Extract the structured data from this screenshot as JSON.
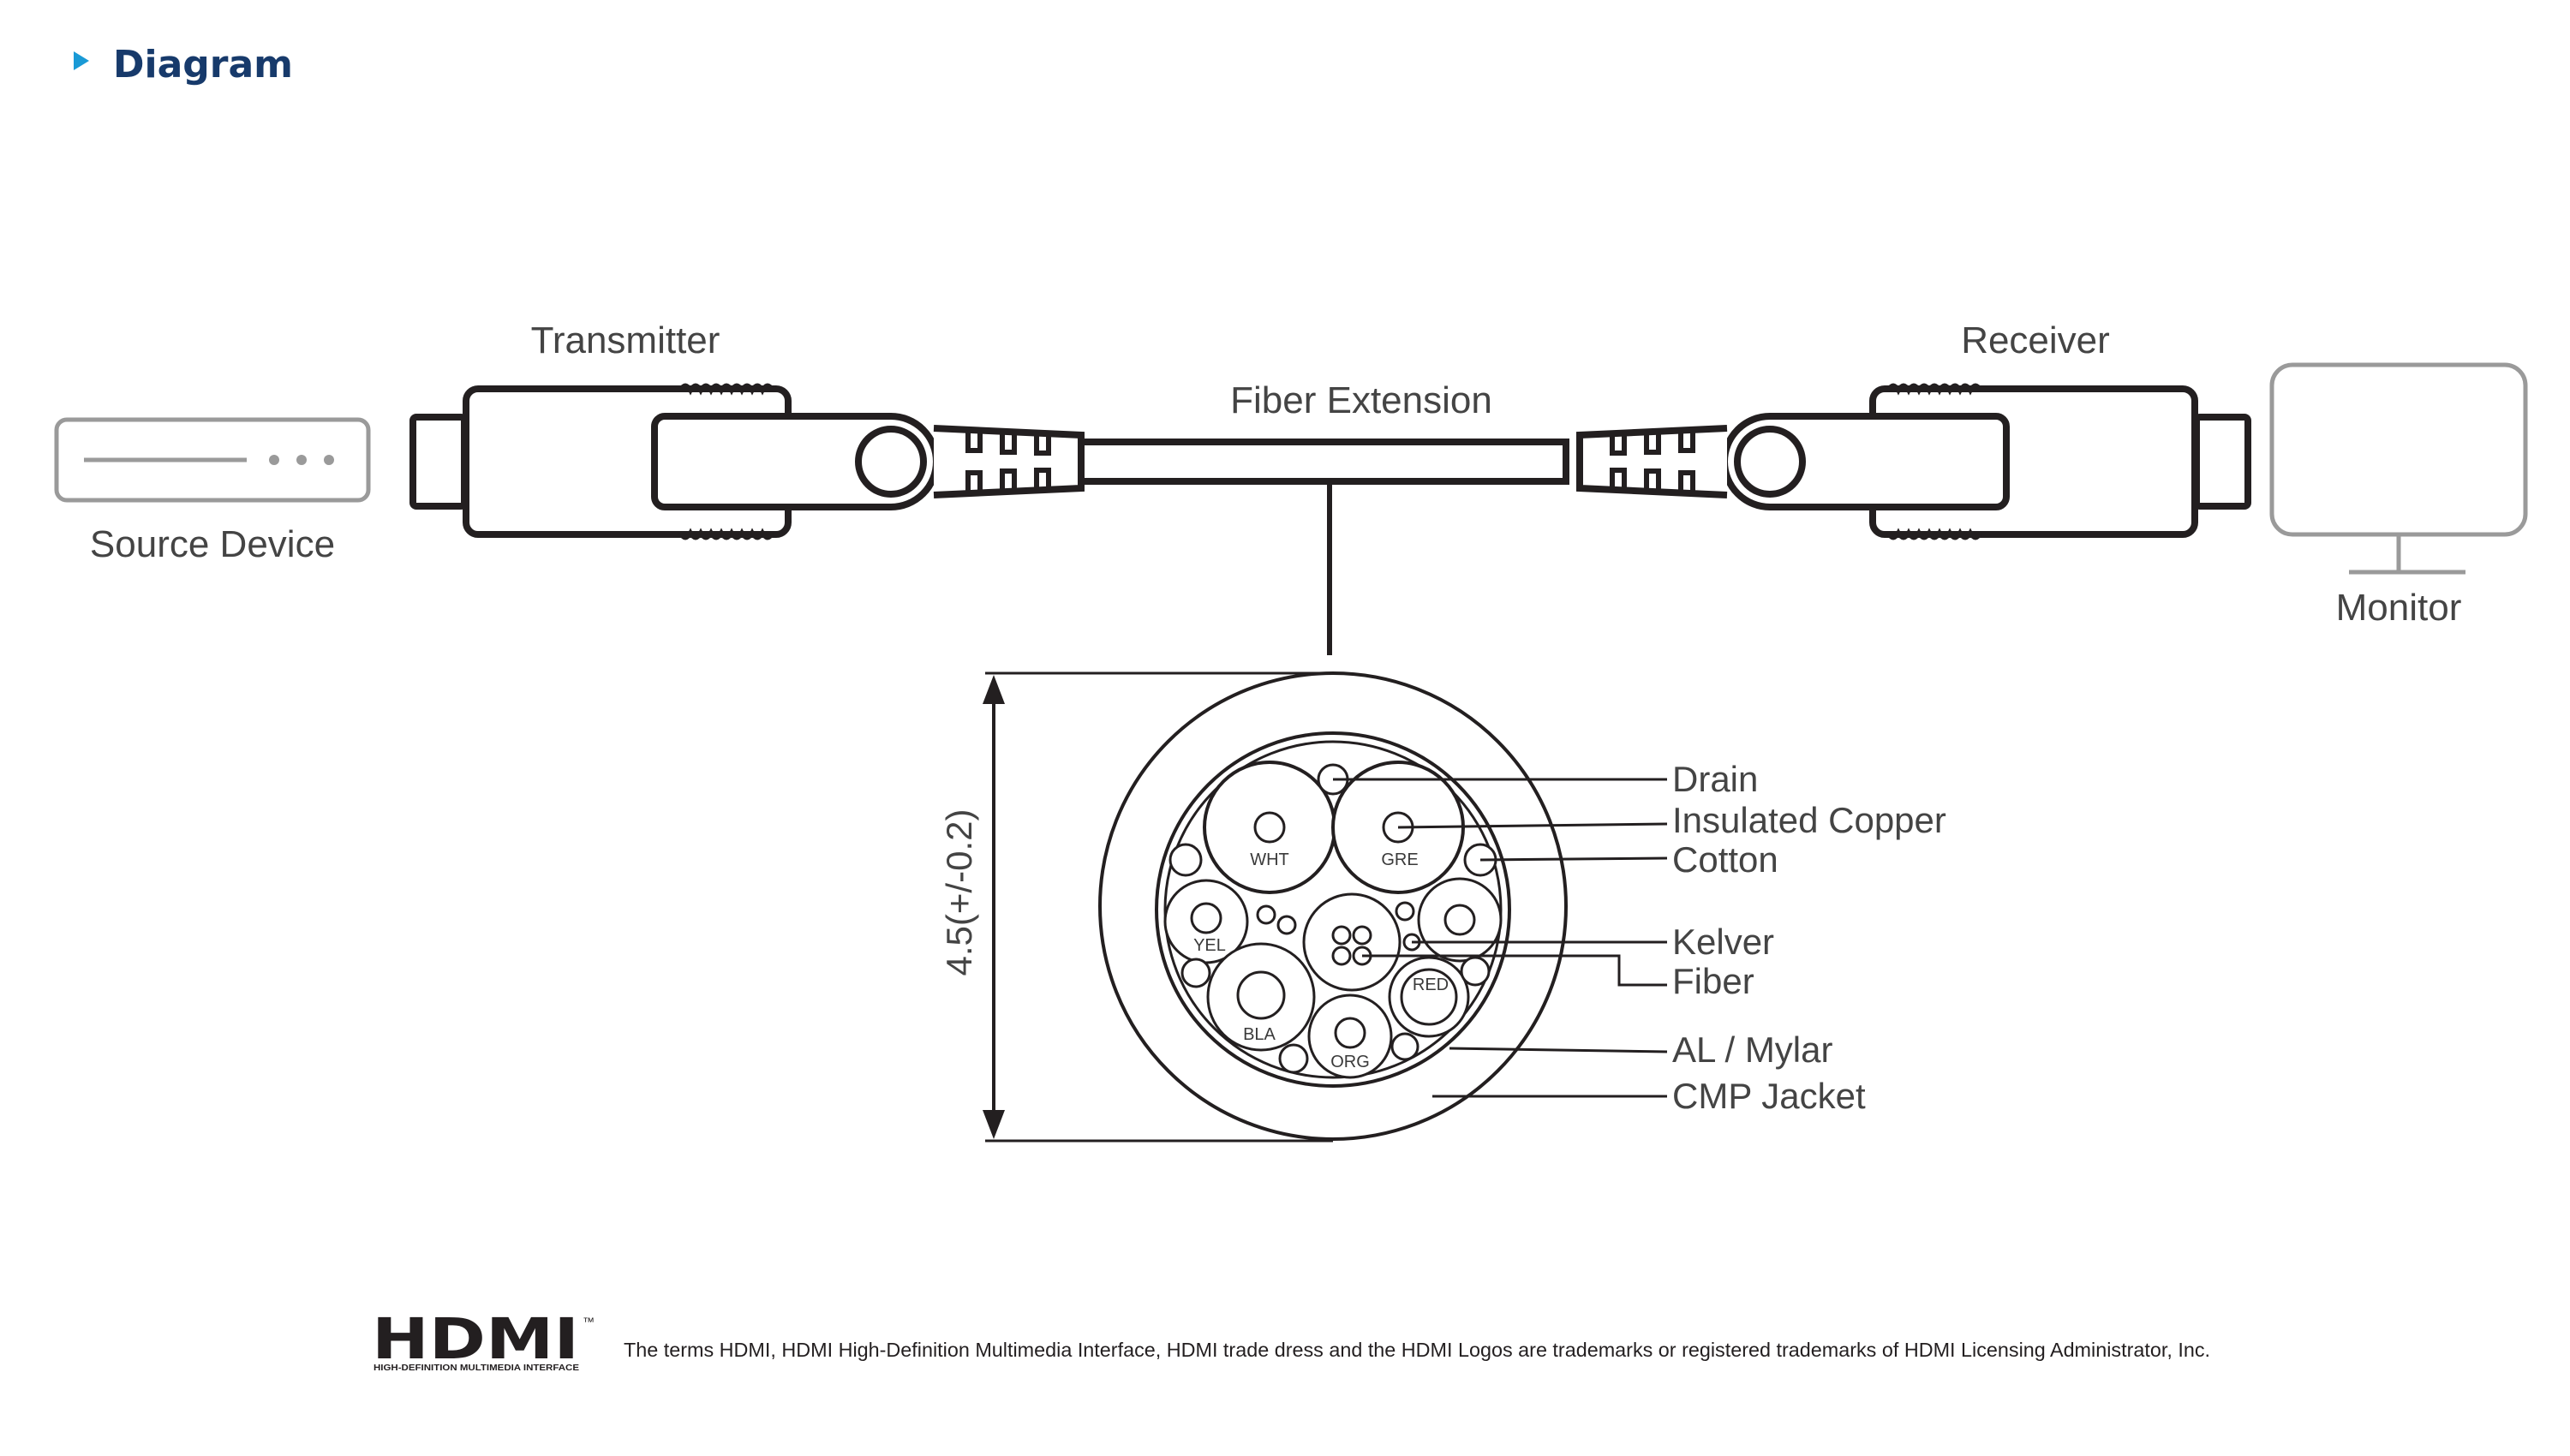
{
  "header": {
    "title": "Diagram",
    "marker_color": "#1a9ad6",
    "title_color": "#173a6b"
  },
  "devices": {
    "source": "Source Device",
    "transmitter": "Transmitter",
    "cable": "Fiber Extension",
    "receiver": "Receiver",
    "monitor": "Monitor"
  },
  "cross_section": {
    "dimension": "4.5(+/-0.2)",
    "wires": [
      "WHT",
      "GRE",
      "YEL",
      "RED",
      "BLA",
      "ORG"
    ],
    "callouts": [
      "Drain",
      "Insulated Copper",
      "Cotton",
      "Kelver",
      "Fiber",
      "AL / Mylar",
      "CMP Jacket"
    ]
  },
  "footer": {
    "logo": "HDMI",
    "logo_tm": "™",
    "logo_sub": "HIGH-DEFINITION MULTIMEDIA INTERFACE",
    "trademark": "The terms HDMI, HDMI High-Definition Multimedia Interface, HDMI trade dress and the HDMI Logos are trademarks or registered trademarks of HDMI Licensing Administrator, Inc."
  },
  "colors": {
    "line": "#231f20",
    "device": "#9a9a9a",
    "label": "#444444"
  }
}
